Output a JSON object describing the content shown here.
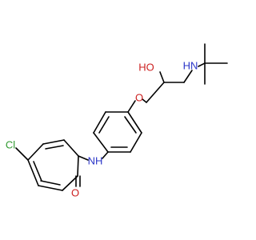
{
  "molecule": {
    "labels": {
      "cl": "Cl",
      "nh": "NH",
      "o_ether": "O",
      "ho": "HO",
      "hn": "HN",
      "o_carbonyl": "O"
    },
    "colors": {
      "bond": "#000000",
      "chlorine": "#2f9a2f",
      "oxygen": "#cc2020",
      "nitrogen": "#2a35c8"
    }
  }
}
